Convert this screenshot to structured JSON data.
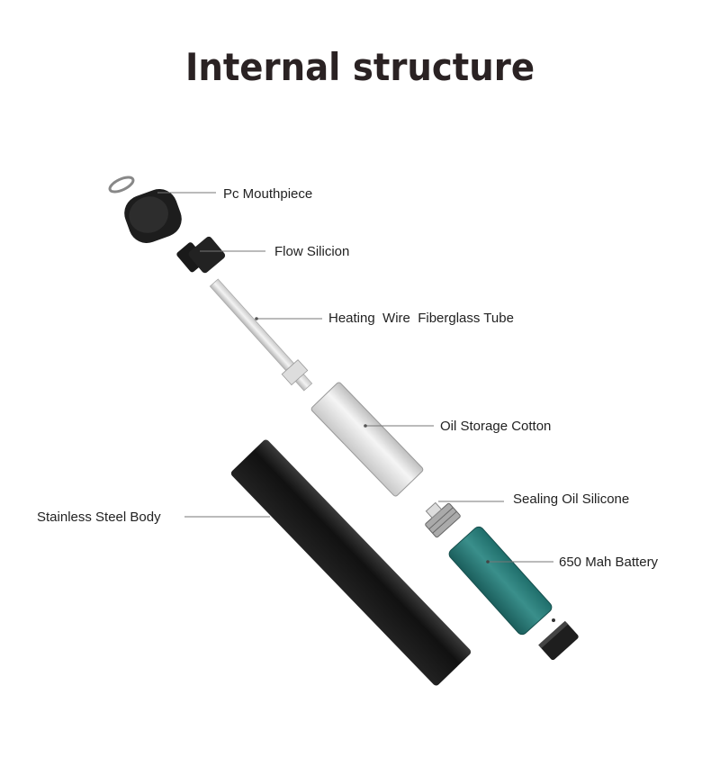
{
  "title": "Internal structure",
  "labels": {
    "mouthpiece": "Pc Mouthpiece",
    "flow": "Flow Silicion",
    "tube": "Heating  Wire  Fiberglass Tube",
    "cotton": "Oil Storage Cotton",
    "sealing": "Sealing Oil Silicone",
    "battery": "650 Mah Battery",
    "body": "Stainless Steel Body"
  },
  "colors": {
    "battery": "#2a7d7a",
    "body": "#1c1c1c",
    "title": "#2a2223"
  }
}
